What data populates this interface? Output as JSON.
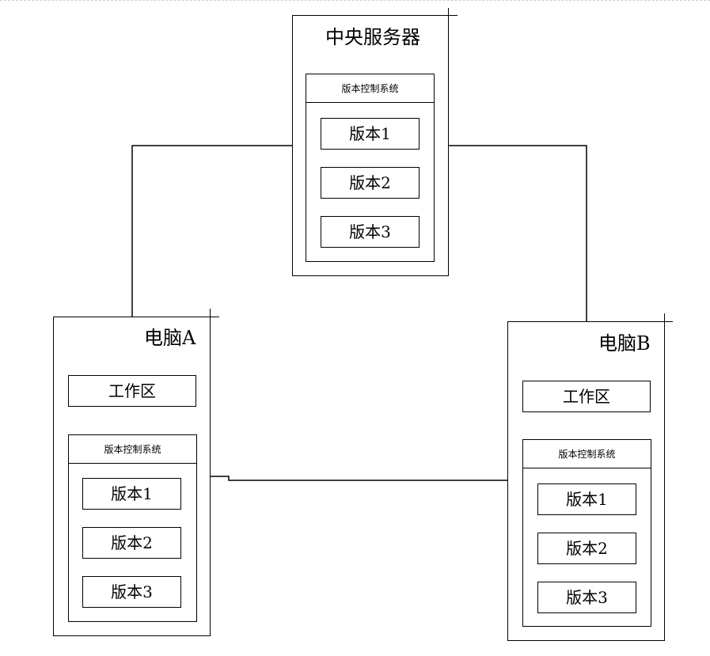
{
  "server": {
    "title": "中央服务器",
    "vcs_label": "版本控制系统",
    "versions": [
      "版本1",
      "版本2",
      "版本3"
    ]
  },
  "computer_a": {
    "title": "电脑A",
    "workspace_label": "工作区",
    "vcs_label": "版本控制系统",
    "versions": [
      "版本1",
      "版本2",
      "版本3"
    ]
  },
  "computer_b": {
    "title": "电脑B",
    "workspace_label": "工作区",
    "vcs_label": "版本控制系统",
    "versions": [
      "版本1",
      "版本2",
      "版本3"
    ]
  }
}
